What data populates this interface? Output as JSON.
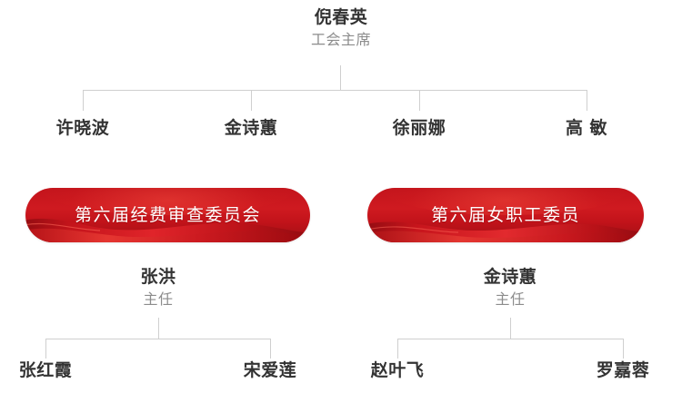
{
  "org_chart": {
    "colors": {
      "name_text": "#333333",
      "title_text": "#8c8c8c",
      "connector": "#cfcfcf",
      "banner_red": "#c8161d",
      "banner_dark_red": "#9e0f14",
      "banner_label": "#ffffff",
      "background": "#ffffff"
    },
    "root": {
      "name": "倪春英",
      "title": "工会主席"
    },
    "members": [
      {
        "name": "许晓波"
      },
      {
        "name": "金诗蕙"
      },
      {
        "name": "徐丽娜"
      },
      {
        "name": "高 敏"
      }
    ],
    "committees": [
      {
        "banner": "第六届经费审查委员会",
        "head": {
          "name": "张洪",
          "title": "主任"
        },
        "members": [
          {
            "name": "张红霞"
          },
          {
            "name": "宋爱莲"
          }
        ]
      },
      {
        "banner": "第六届女职工委员",
        "head": {
          "name": "金诗蕙",
          "title": "主任"
        },
        "members": [
          {
            "name": "赵叶飞"
          },
          {
            "name": "罗嘉蓉"
          }
        ]
      }
    ]
  }
}
